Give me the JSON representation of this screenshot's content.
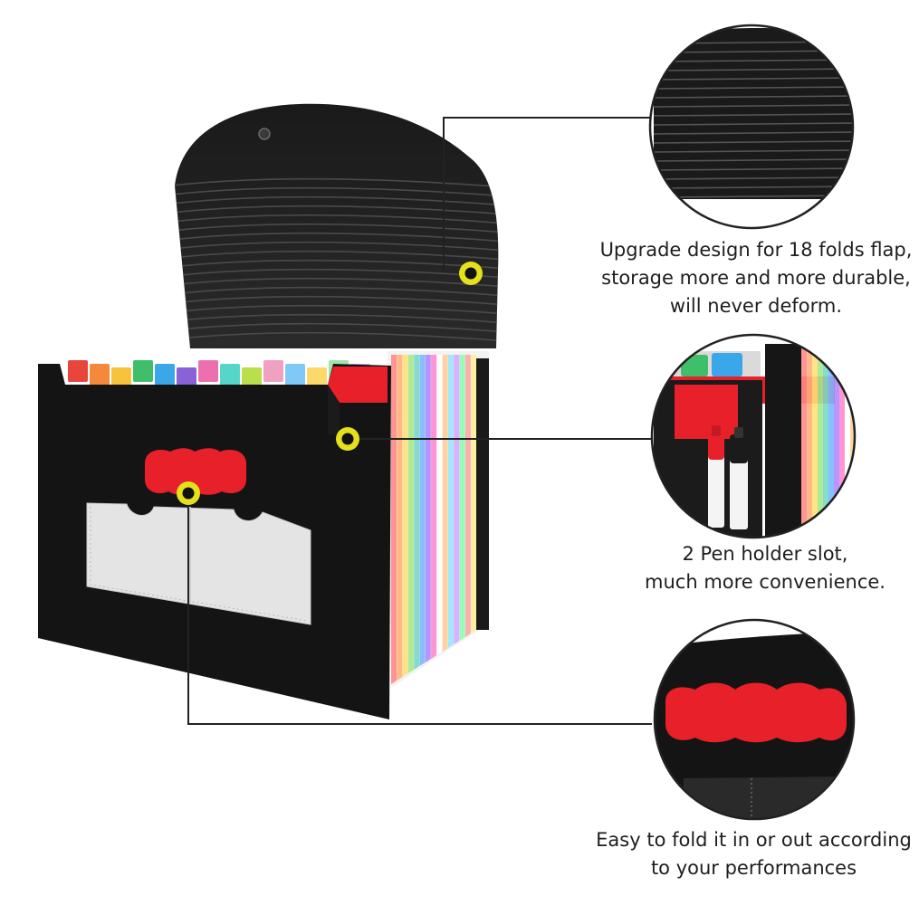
{
  "captions": {
    "folds_flap": "Upgrade design for 18 folds flap,\nstorage more and more durable,\nwill never deform.",
    "pen_holder": "2 Pen holder slot,\nmuch more convenience.",
    "fold_in_out": "Easy to fold it in or out according\nto your performances"
  },
  "colors": {
    "folder_black": "#141414",
    "accent_red": "#e8202a",
    "callout_dot": "#e4e01c",
    "callout_line": "#222222"
  },
  "tab_colors": [
    "#e8453c",
    "#f5883a",
    "#f7c23c",
    "#3fbf6a",
    "#3aa7e8",
    "#8a62d8",
    "#ec6fb0",
    "#56d6c8",
    "#b9e04a",
    "#f0a0c0",
    "#7fc8f8",
    "#ffd86b",
    "#9ee6a8",
    "#c7a6f2",
    "#f5b37a"
  ],
  "rainbow_colors": [
    "#ff8a8a",
    "#ffb27a",
    "#ffe07a",
    "#a8e88a",
    "#7ad9c8",
    "#7ab8ff",
    "#b08aff",
    "#ff8ad0",
    "#ffffff",
    "#ffcf9a",
    "#9ae6ff",
    "#d8a6ff",
    "#8affb3",
    "#ffa6a6",
    "#fff09a"
  ]
}
